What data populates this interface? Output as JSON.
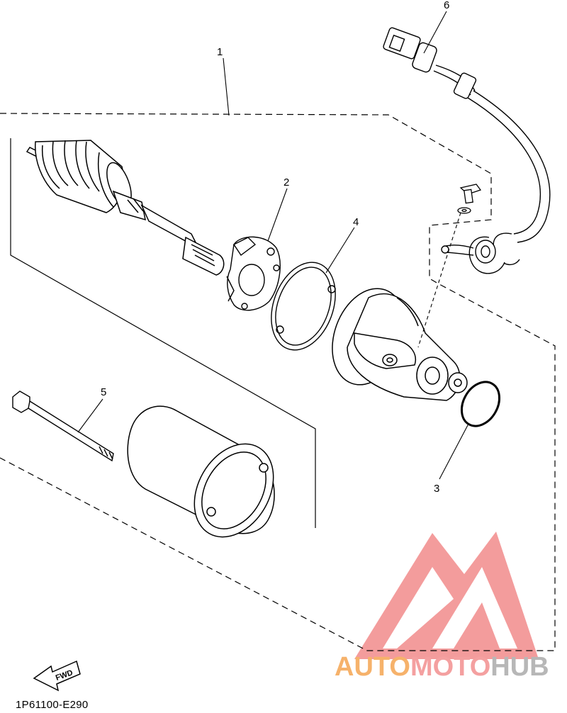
{
  "callouts": [
    {
      "id": "1",
      "label": "1"
    },
    {
      "id": "2",
      "label": "2"
    },
    {
      "id": "3",
      "label": "3"
    },
    {
      "id": "4",
      "label": "4"
    },
    {
      "id": "5",
      "label": "5"
    },
    {
      "id": "6",
      "label": "6"
    }
  ],
  "fwd_label": "FWD",
  "diagram_code": "1P61100-E290",
  "watermark": {
    "part_a": "AUTO",
    "part_b": "MOTO",
    "part_c": "HUB",
    "color_a": "#f6b26b",
    "color_b": "#f4a0a0",
    "color_c": "#b7b7b7",
    "logo_color": "#f28b8b"
  }
}
